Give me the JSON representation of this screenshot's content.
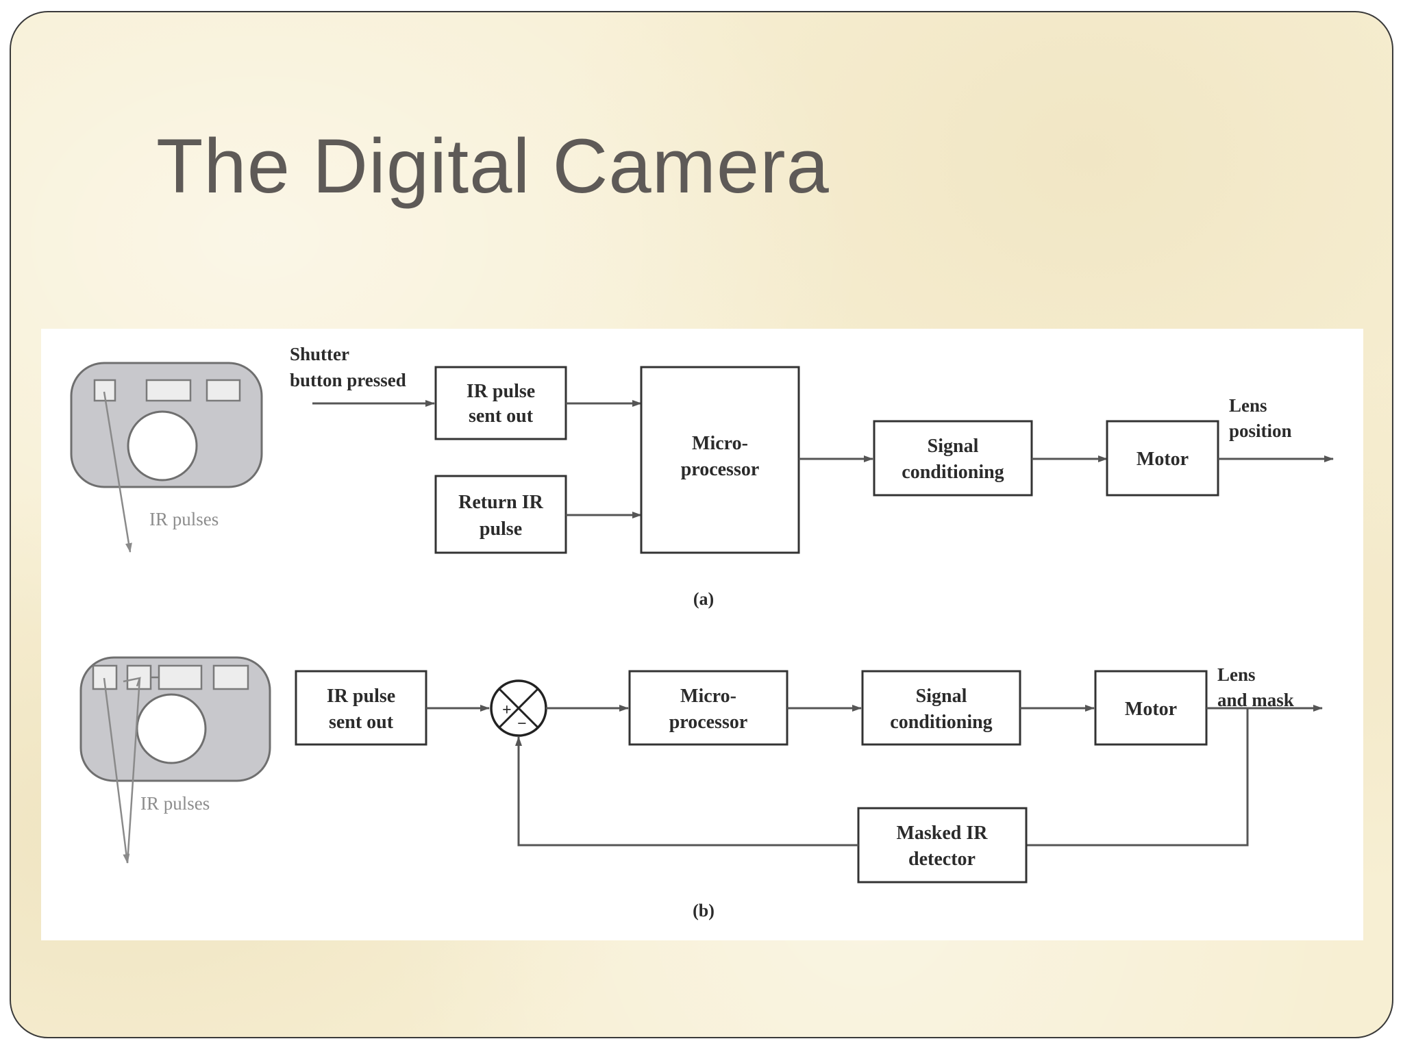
{
  "slide": {
    "title": "The Digital Camera"
  },
  "diagram_a": {
    "camera_label": "IR pulses",
    "input_label_line1": "Shutter",
    "input_label_line2": "button pressed",
    "ir_pulse_line1": "IR pulse",
    "ir_pulse_line2": "sent out",
    "return_ir_line1": "Return IR",
    "return_ir_line2": "pulse",
    "micro_line1": "Micro-",
    "micro_line2": "processor",
    "signal_line1": "Signal",
    "signal_line2": "conditioning",
    "motor": "Motor",
    "output_line1": "Lens",
    "output_line2": "position",
    "caption": "(a)"
  },
  "diagram_b": {
    "camera_label": "IR pulses",
    "ir_pulse_line1": "IR pulse",
    "ir_pulse_line2": "sent out",
    "summer_plus": "+",
    "summer_minus": "−",
    "micro_line1": "Micro-",
    "micro_line2": "processor",
    "signal_line1": "Signal",
    "signal_line2": "conditioning",
    "motor": "Motor",
    "output_line1": "Lens",
    "output_line2": "and mask",
    "detector_line1": "Masked IR",
    "detector_line2": "detector",
    "caption": "(b)"
  }
}
